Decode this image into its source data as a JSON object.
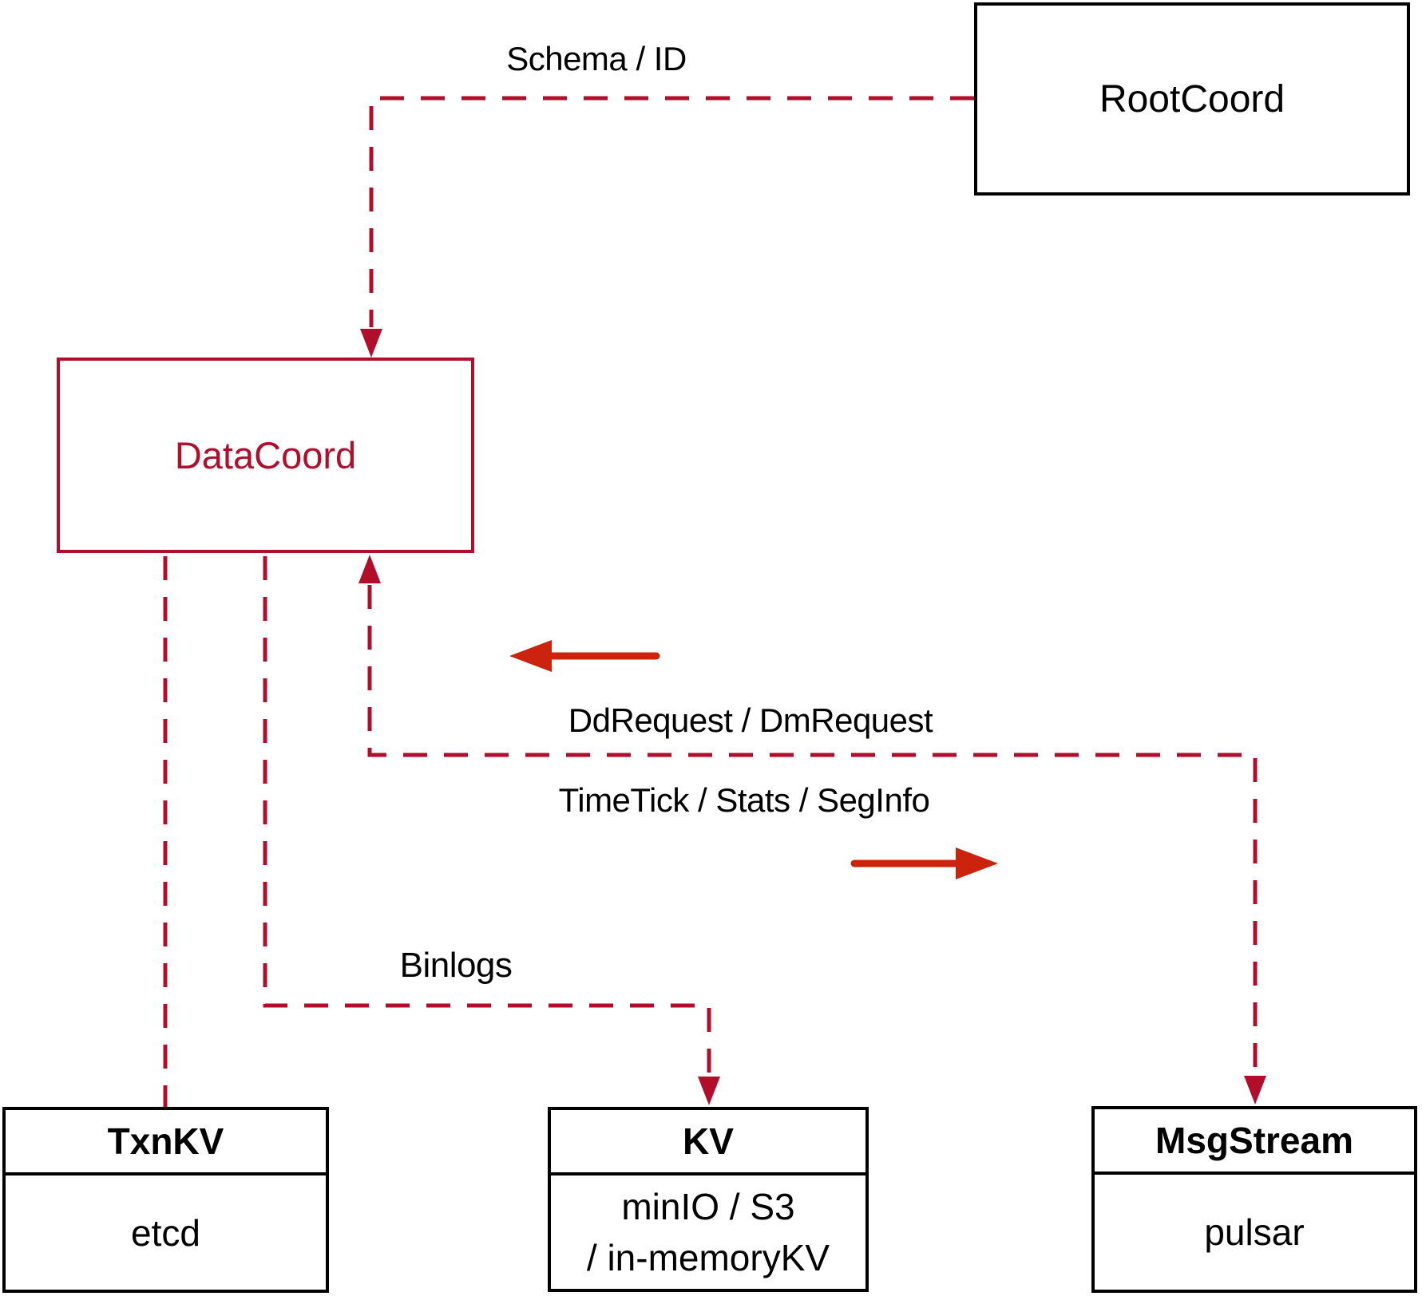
{
  "colors": {
    "crimson": "#b30d2c",
    "arrow-red": "#cb230e",
    "ink": "#000000",
    "bg": "#ffffff"
  },
  "nodes": {
    "rootcoord": {
      "label": "RootCoord"
    },
    "datacoord": {
      "label": "DataCoord"
    },
    "txnkv": {
      "title": "TxnKV",
      "body": "etcd"
    },
    "kv": {
      "title": "KV",
      "body_line1": "minIO / S3",
      "body_line2": "/ in-memoryKV"
    },
    "msgstream": {
      "title": "MsgStream",
      "body": "pulsar"
    }
  },
  "edge_labels": {
    "schema_id": "Schema / ID",
    "dd_dm_request": "DdRequest / DmRequest",
    "timetick_stats_seginfo": "TimeTick / Stats / SegInfo",
    "binlogs": "Binlogs"
  }
}
